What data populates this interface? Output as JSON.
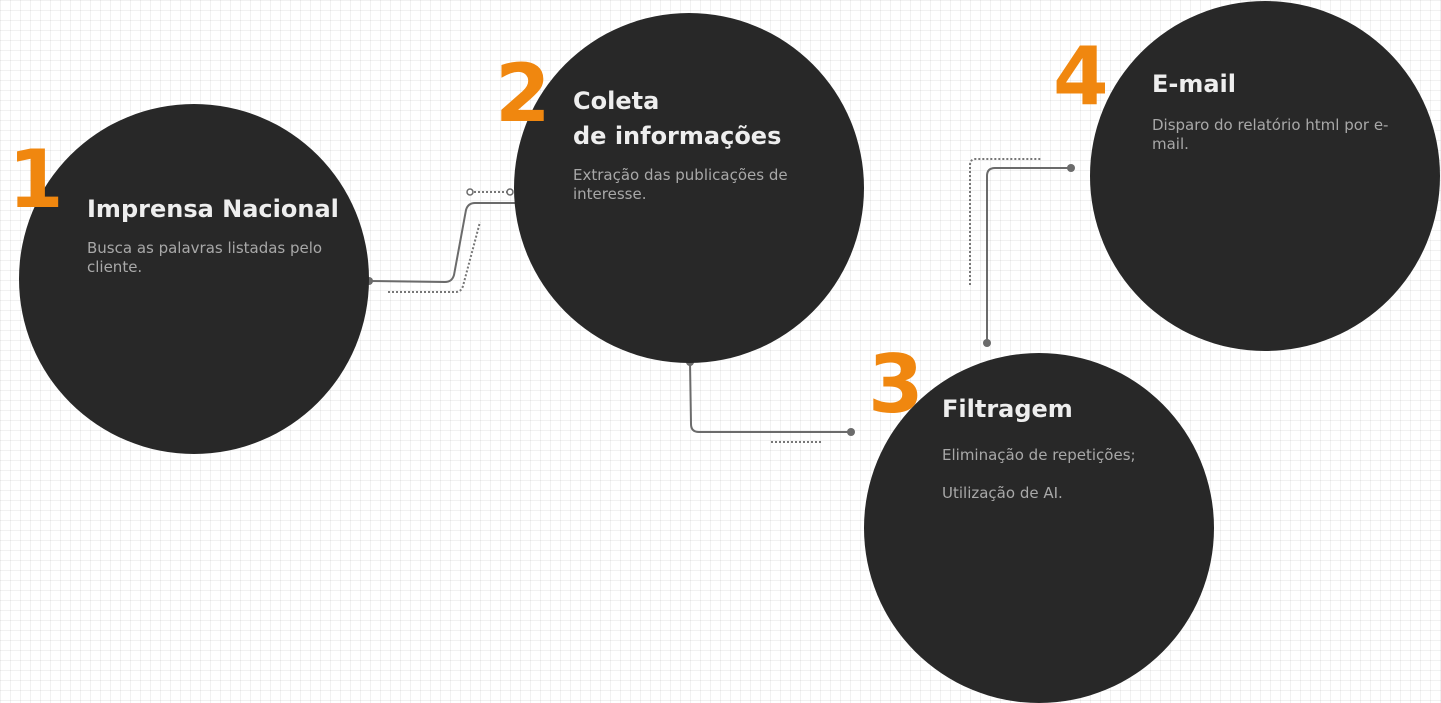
{
  "colors": {
    "circle": "#282828",
    "number": "#f0870f",
    "title": "#eeeeee",
    "description": "#a8a8a8",
    "connector": "#6b6b6b"
  },
  "steps": [
    {
      "number": "1",
      "title": "Imprensa Nacional",
      "description": "Busca as palavras listadas pelo cliente."
    },
    {
      "number": "2",
      "title_line1": "Coleta",
      "title_line2": "de informações",
      "description": "Extração das publicações de interesse."
    },
    {
      "number": "3",
      "title": "Filtragem",
      "description_line1": "Eliminação de repetições;",
      "description_line2": "Utilização de AI."
    },
    {
      "number": "4",
      "title": "E-mail",
      "description": "Disparo do relatório html por e-mail."
    }
  ]
}
